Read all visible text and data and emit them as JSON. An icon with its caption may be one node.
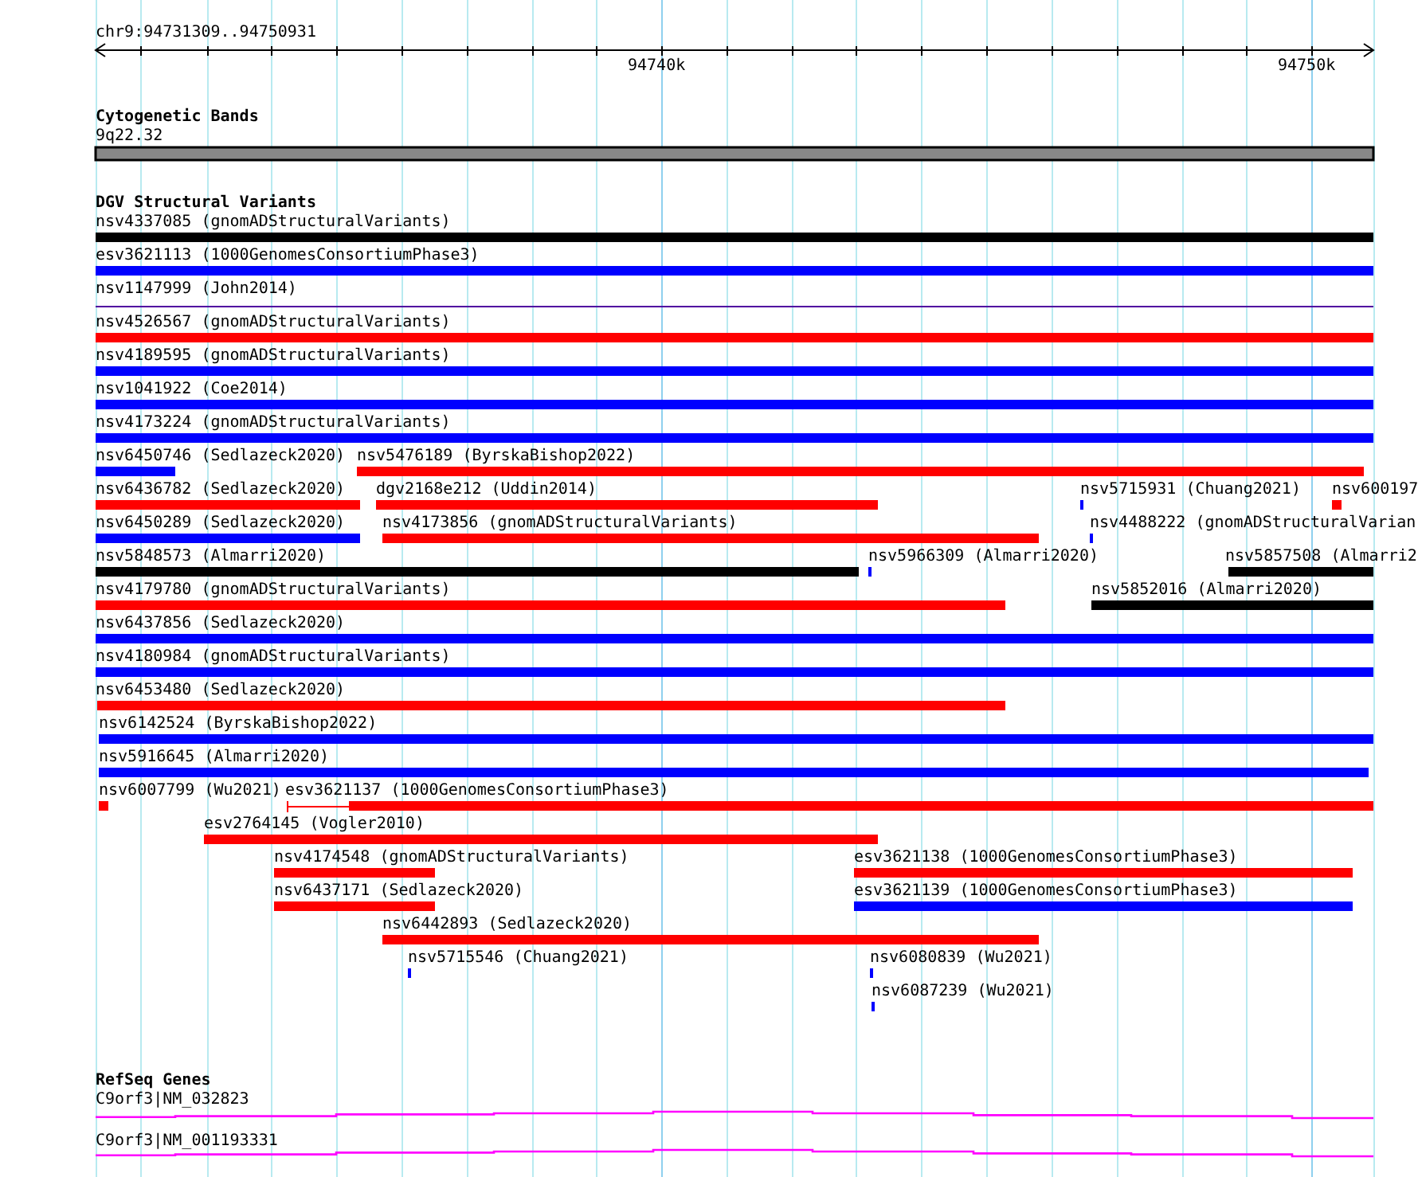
{
  "diagram": {
    "labels": [
      "chr9:94731309..94750931",
      "94740k",
      "94750k",
      "Cytogenetic Bands",
      "9q22.32",
      "DGV Structural Variants",
      "nsv4337085 (gnomADStructuralVariants)",
      "esv3621113 (1000GenomesConsortiumPhase3)",
      "nsv1147999 (John2014)",
      "nsv4526567 (gnomADStructuralVariants)",
      "nsv4189595 (gnomADStructuralVariants)",
      "nsv1041922 (Coe2014)",
      "nsv4173224 (gnomADStructuralVariants)",
      "nsv6450746 (Sedlazeck2020)",
      "nsv5476189 (ByrskaBishop2022)",
      "nsv6436782 (Sedlazeck2020)",
      "dgv2168e212 (Uddin2014)",
      "nsv5715931 (Chuang2021)",
      "nsv600197",
      "nsv6450289 (Sedlazeck2020)",
      "nsv4173856 (gnomADStructuralVariants)",
      "nsv4488222 (gnomADStructuralVarian",
      "nsv5848573 (Almarri2020)",
      "nsv5966309 (Almarri2020)",
      "nsv5857508 (Almarri2",
      "nsv4179780 (gnomADStructuralVariants)",
      "nsv5852016 (Almarri2020)",
      "nsv6437856 (Sedlazeck2020)",
      "nsv4180984 (gnomADStructuralVariants)",
      "nsv6453480 (Sedlazeck2020)",
      "nsv6142524 (ByrskaBishop2022)",
      "nsv5916645 (Almarri2020)",
      "nsv6007799 (Wu2021)",
      "esv3621137 (1000GenomesConsortiumPhase3)",
      "esv2764145 (Vogler2010)",
      "nsv4174548 (gnomADStructuralVariants)",
      "esv3621138 (1000GenomesConsortiumPhase3)",
      "nsv6437171 (Sedlazeck2020)",
      "esv3621139 (1000GenomesConsortiumPhase3)",
      "nsv6442893 (Sedlazeck2020)",
      "nsv5715546 (Chuang2021)",
      "nsv6080839 (Wu2021)",
      "nsv6087239 (Wu2021)",
      "RefSeq Genes",
      "C9orf3|NM_032823",
      "C9orf3|NM_001193331"
    ]
  }
}
